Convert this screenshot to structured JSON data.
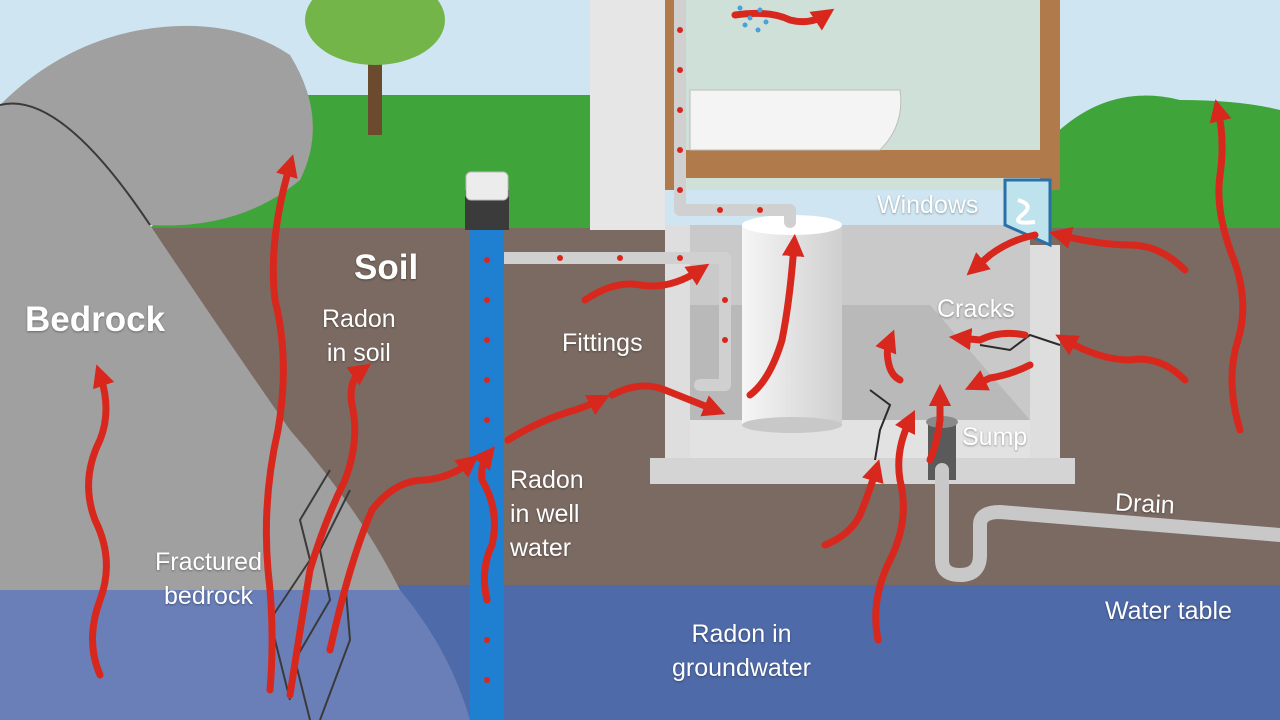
{
  "labels": {
    "bedrock": "Bedrock",
    "soil": "Soil",
    "radon_in_soil": "Radon\nin soil",
    "fractured_bedrock": "Fractured\nbedrock",
    "radon_in_well_water": "Radon\nin well\nwater",
    "fittings": "Fittings",
    "windows": "Windows",
    "cracks": "Cracks",
    "sump": "Sump",
    "drain": "Drain",
    "water_table": "Water table",
    "radon_in_groundwater": "Radon in\ngroundwater"
  },
  "colors": {
    "sky": "#cfe6f2",
    "soil": "#7a6a62",
    "groundwater": "#4f6aa8",
    "bedrock": "#9a9a9a",
    "grass": "#3fa53a",
    "well_casing": "#1f7fd0",
    "radon_arrow": "#d8281e",
    "house_wall": "#e6e6e6",
    "floor_wood": "#b07a4a"
  },
  "icons": [
    "tree-icon",
    "radon-arrow-icon",
    "well-cap-icon",
    "water-heater-icon",
    "bathtub-icon",
    "window-icon",
    "sump-pit-icon",
    "drain-pipe-icon"
  ]
}
